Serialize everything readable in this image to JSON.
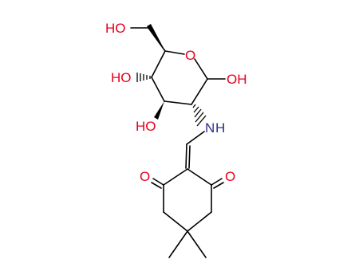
{
  "colors": {
    "bond": "#000000",
    "oxygen": "#e8001c",
    "nitrogen": "#2e2d8e",
    "background": "#ffffff"
  },
  "labels": {
    "ch2oh": "HO",
    "ring_o": "O",
    "anomeric_oh": "OH",
    "c4_oh": "HO",
    "c3_oh": "HO",
    "amine": "N",
    "amine_h": "H",
    "ketone_left": "O",
    "ketone_right": "O"
  }
}
